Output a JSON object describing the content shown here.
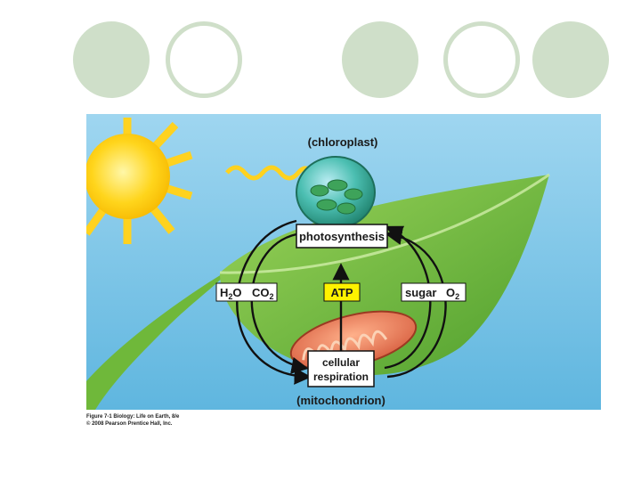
{
  "labels": {
    "chloroplast": "(chloroplast)",
    "photosynthesis": "photosynthesis",
    "h2o_main": "H",
    "h2o_sub": "2",
    "h2o_tail": "O",
    "co2_main": "CO",
    "co2_sub": "2",
    "atp": "ATP",
    "sugar": "sugar",
    "o2_main": "O",
    "o2_sub": "2",
    "cellular": "cellular",
    "respiration": "respiration",
    "mitochondrion": "(mitochondrion)"
  },
  "caption": {
    "line1": "Figure 7-1  Biology: Life on Earth, 8/e",
    "line2": "© 2008 Pearson Prentice Hall, Inc."
  },
  "colors": {
    "background_sky": "#7cc3e6",
    "leaf": "#7cc242",
    "sun": "#ffd21f",
    "atp_highlight": "#fff200",
    "decor_circles": "#cfdfc9"
  }
}
